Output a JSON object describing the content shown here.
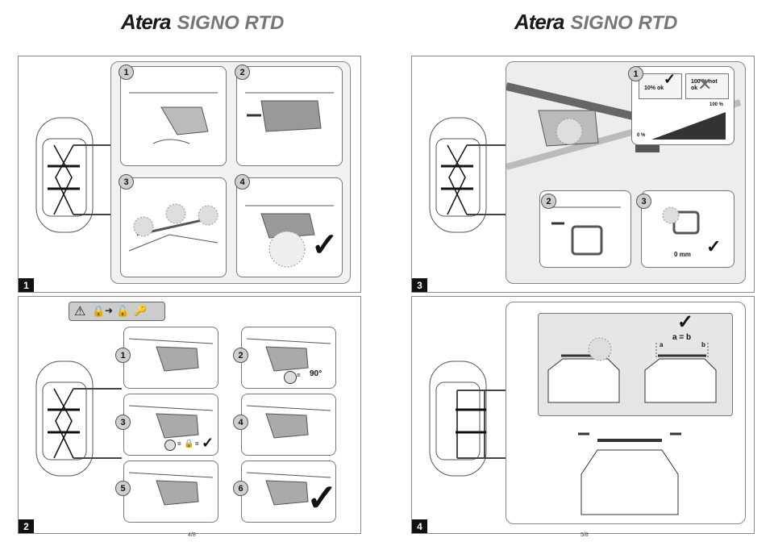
{
  "brand": {
    "name": "Atera",
    "model": "SIGNO RTD"
  },
  "pages": {
    "left": "4/8",
    "right": "5/8"
  },
  "steps": {
    "s1": {
      "number": "1",
      "sub": [
        "1",
        "2",
        "3",
        "4"
      ]
    },
    "s2": {
      "number": "2",
      "sub": [
        "1",
        "2",
        "3",
        "4",
        "5",
        "6"
      ],
      "rotation": "90°",
      "equals": "="
    },
    "s3": {
      "number": "3",
      "sub": [
        "1",
        "2",
        "3"
      ],
      "ok_label": "10% ok",
      "not_ok_label": "100 % not ok",
      "scale_min": "0 %",
      "scale_max": "100 %",
      "gap_label": "0 mm"
    },
    "s4": {
      "number": "4",
      "equation": "a = b",
      "a": "a",
      "b": "b"
    }
  },
  "colors": {
    "frame": "#8a8a8a",
    "card_fill": "#e6e6e6",
    "badge_fill": "#cfcfcf"
  }
}
